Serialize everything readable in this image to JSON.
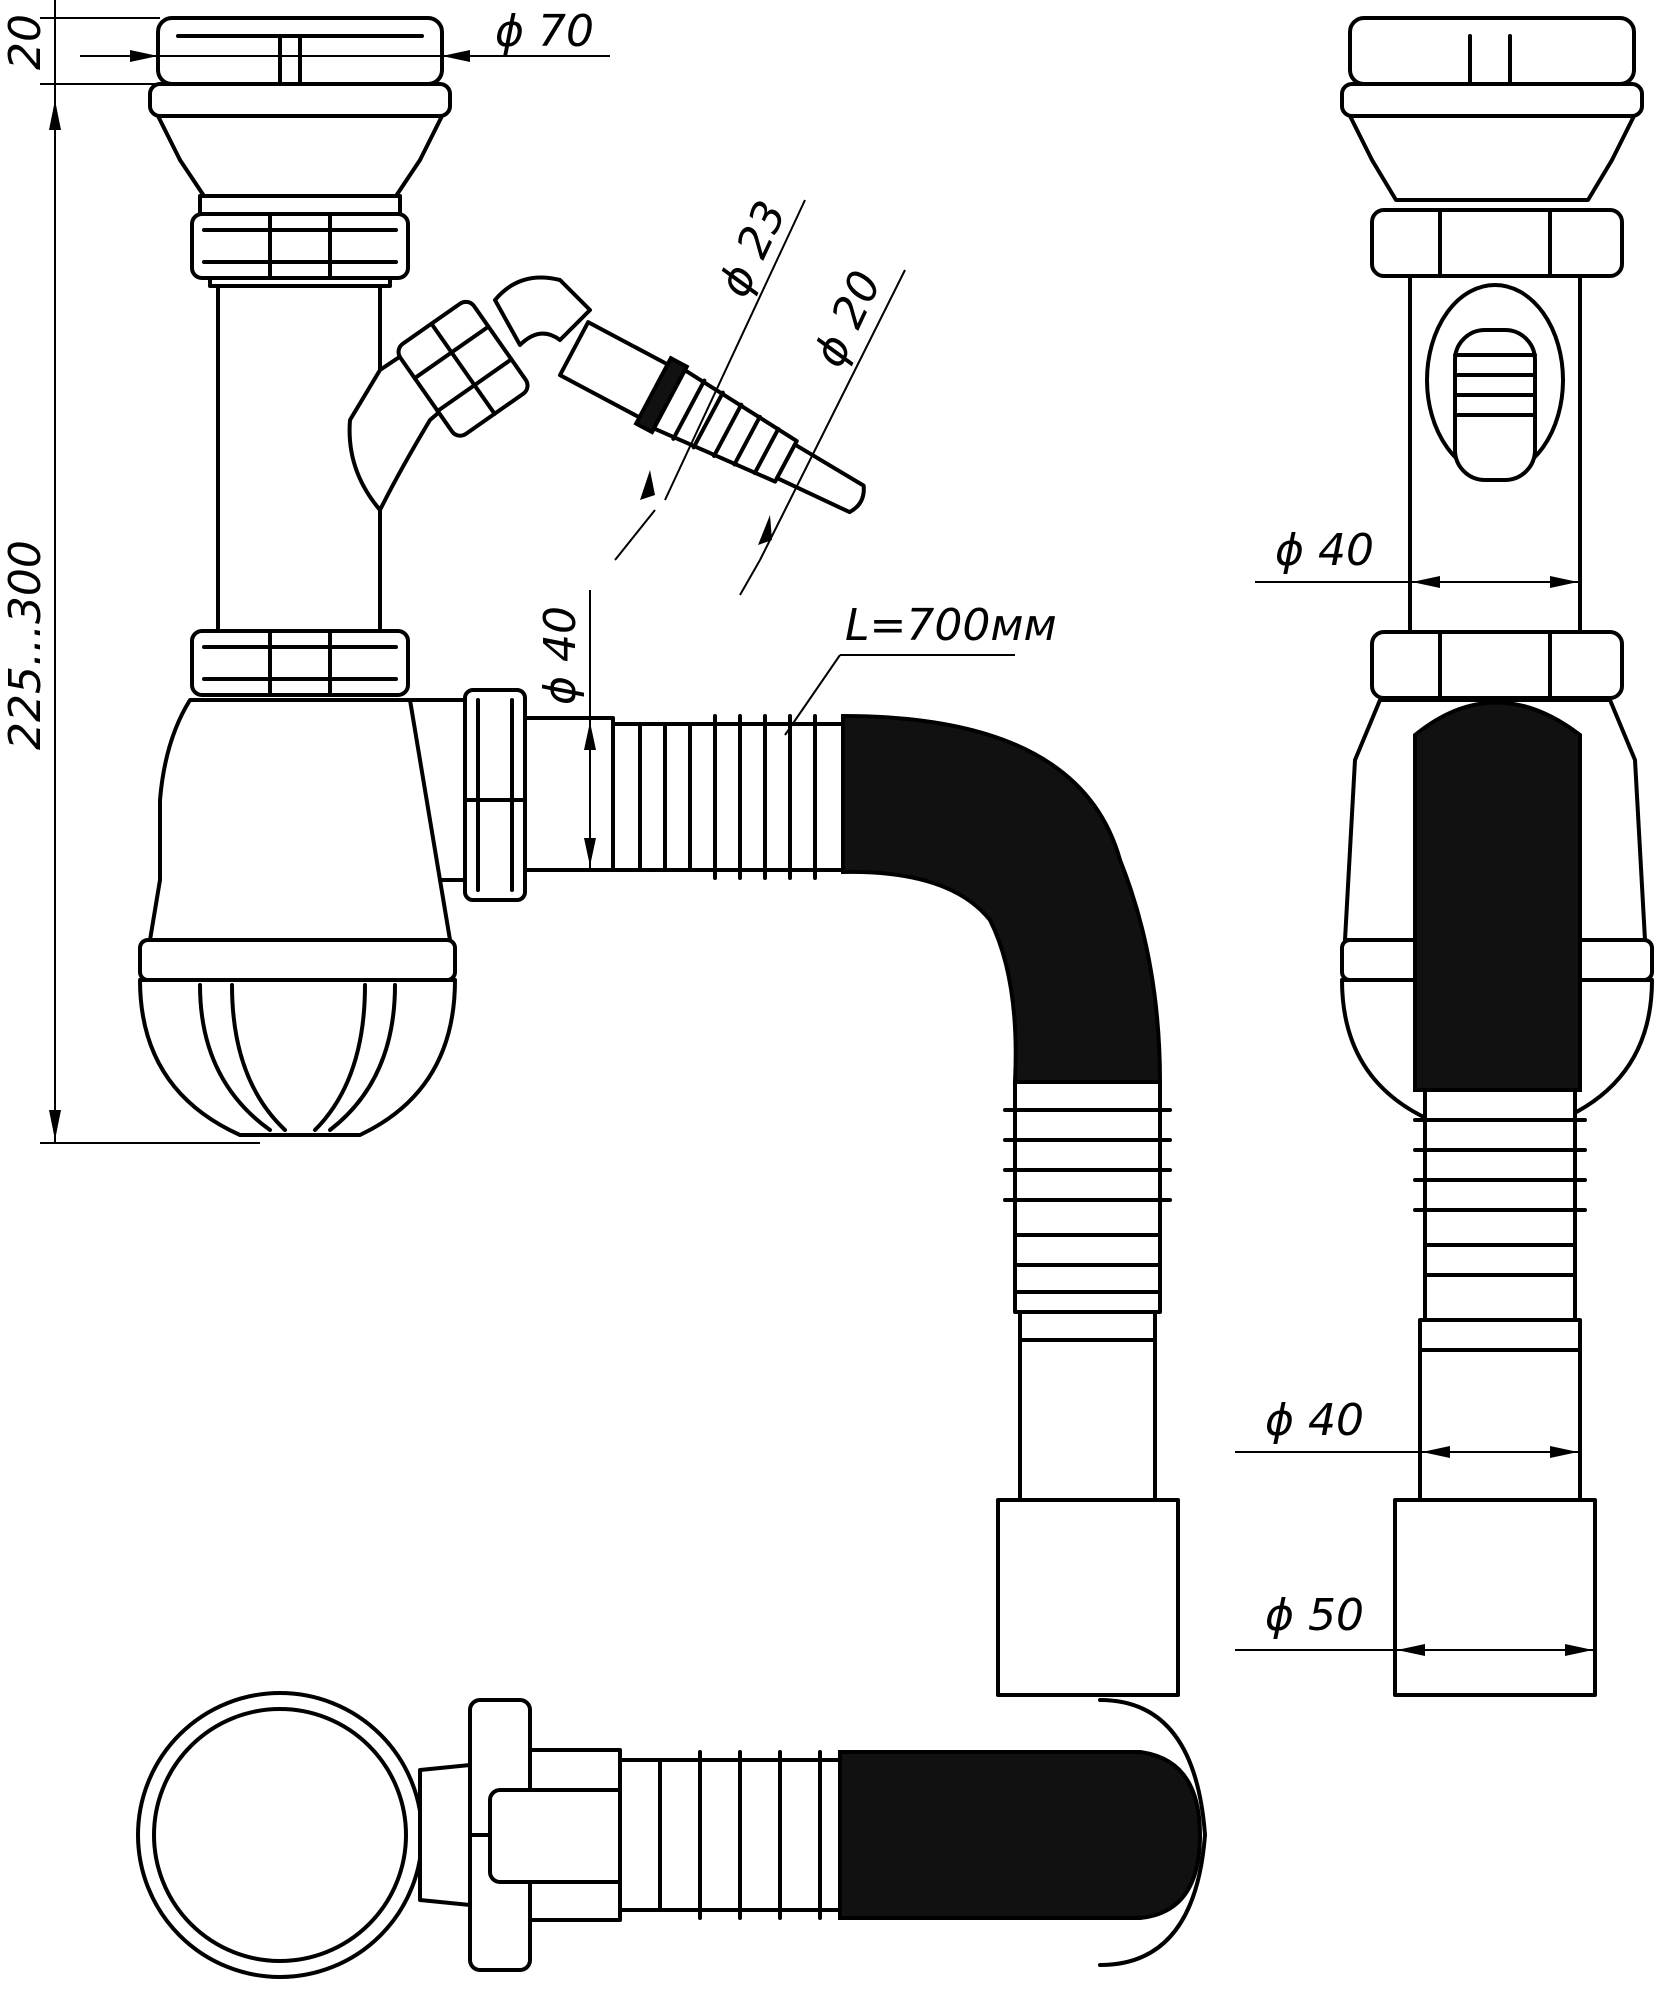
{
  "dimensions": {
    "cap_height": "20",
    "cap_diameter": "ϕ 70",
    "total_height": "225...300",
    "hose_nozzle_outer": "ϕ 23",
    "hose_nozzle_inner": "ϕ 20",
    "outlet_diameter": "ϕ 40",
    "hose_length": "L=700мм",
    "side_pipe_diameter": "ϕ 40",
    "side_outlet_small": "ϕ 40",
    "side_outlet_large": "ϕ 50"
  },
  "colors": {
    "line": "#000000",
    "hose_fill": "#111111",
    "background": "#ffffff"
  }
}
